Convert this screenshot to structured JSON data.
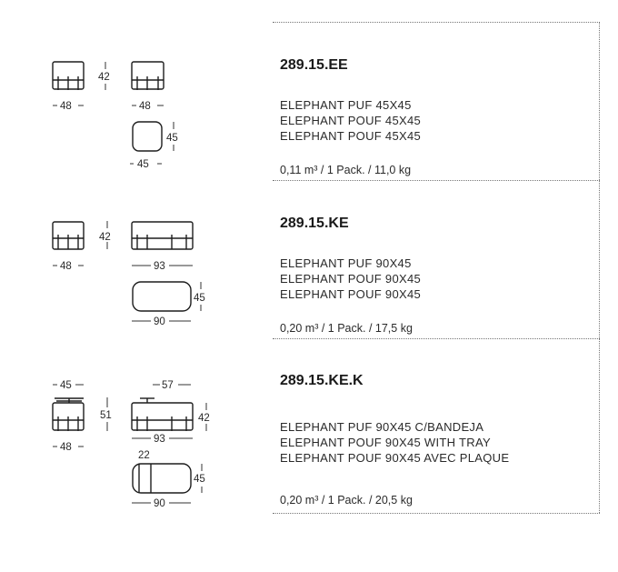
{
  "products": [
    {
      "code": "289.15.EE",
      "names": [
        "ELEPHANT PUF 45X45",
        "ELEPHANT POUF 45X45",
        "ELEPHANT POUF 45X45"
      ],
      "spec": "0,11 m³ / 1 Pack. / 11,0 kg",
      "dims": {
        "height": "42",
        "side_width": "48",
        "front_width": "48",
        "top_depth": "45",
        "top_width": "45"
      }
    },
    {
      "code": "289.15.KE",
      "names": [
        "ELEPHANT PUF 90X45",
        "ELEPHANT POUF 90X45",
        "ELEPHANT POUF 90X45"
      ],
      "spec": "0,20 m³ / 1 Pack. / 17,5 kg",
      "dims": {
        "height": "42",
        "side_width": "48",
        "front_width": "93",
        "top_depth": "45",
        "top_width": "90"
      }
    },
    {
      "code": "289.15.KE.K",
      "names": [
        "ELEPHANT PUF 90X45 C/BANDEJA",
        "ELEPHANT POUF 90X45 WITH TRAY",
        "ELEPHANT POUF 90X45 AVEC PLAQUE"
      ],
      "spec": "0,20 m³ / 1 Pack. / 20,5 kg",
      "dims": {
        "tray_width": "45",
        "total_height": "51",
        "side_width": "48",
        "tray_offset": "57",
        "height": "42",
        "front_width": "93",
        "tray_size": "22",
        "top_depth": "45",
        "top_width": "90"
      }
    }
  ]
}
